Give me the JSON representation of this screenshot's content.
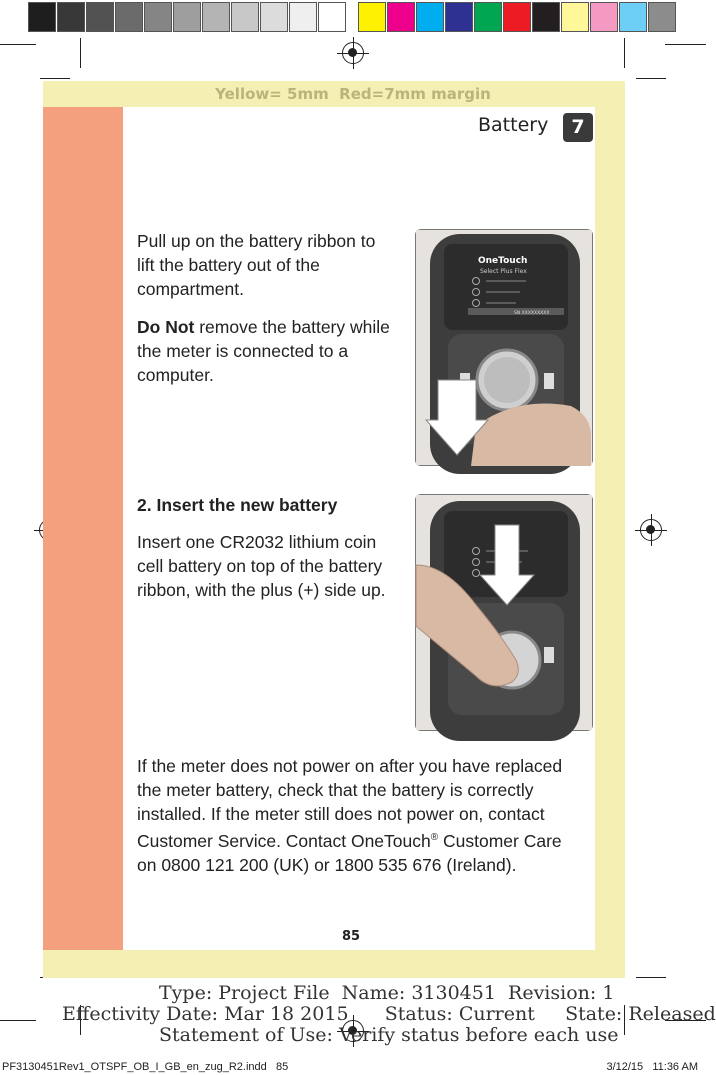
{
  "color_bar": {
    "grays": [
      "#1e1e1e",
      "#383838",
      "#525252",
      "#6b6b6b",
      "#858585",
      "#9e9e9e",
      "#b4b4b4",
      "#c8c8c8",
      "#dcdcdc",
      "#efefef",
      "#ffffff"
    ],
    "colors": [
      "#fff200",
      "#ec008c",
      "#00aeef",
      "#2e3192",
      "#00a651",
      "#ed1c24",
      "#231f20",
      "#fff799",
      "#f49ac2",
      "#6dcff6",
      "#8c8c8c"
    ]
  },
  "margin_note": "Yellow= 5mm  Red=7mm margin",
  "header": {
    "section_title": "Battery",
    "chapter_number": "7"
  },
  "step1": {
    "paragraph": "Pull up on the battery ribbon to lift the battery out of the compartment.",
    "warning_bold": "Do Not",
    "warning_rest": " remove the battery while the meter is connected to a computer."
  },
  "step2": {
    "heading": "2. Insert the new battery",
    "paragraph": "Insert one CR2032 lithium coin cell battery on top of the battery ribbon, with the plus (+) side up."
  },
  "note": {
    "text_before": "If the meter does not power on after you have replaced the meter battery, check that the battery is correctly installed. If the meter still does not power on, contact Customer Service. Contact OneTouch",
    "registered": "®",
    "text_after": " Customer Care on 0800 121 200 (UK) or 1800 535 676 (Ireland)."
  },
  "meter": {
    "brand": "OneTouch",
    "model": "Select Plus Flex",
    "serial": "SN XXXXXXXXX"
  },
  "page_number": "85",
  "slug": {
    "line1": "Type: Project File  Name: 3130451  Revision: 1",
    "line2": "Effectivity Date: Mar 18 2015      Status: Current     State: Released",
    "line3": "Statement of Use: Verify status before each use"
  },
  "footer": {
    "filename": "PF3130451Rev1_OTSPF_OB_I_GB_en_zug_R2.indd   85",
    "datetime": "3/12/15   11:36 AM"
  }
}
